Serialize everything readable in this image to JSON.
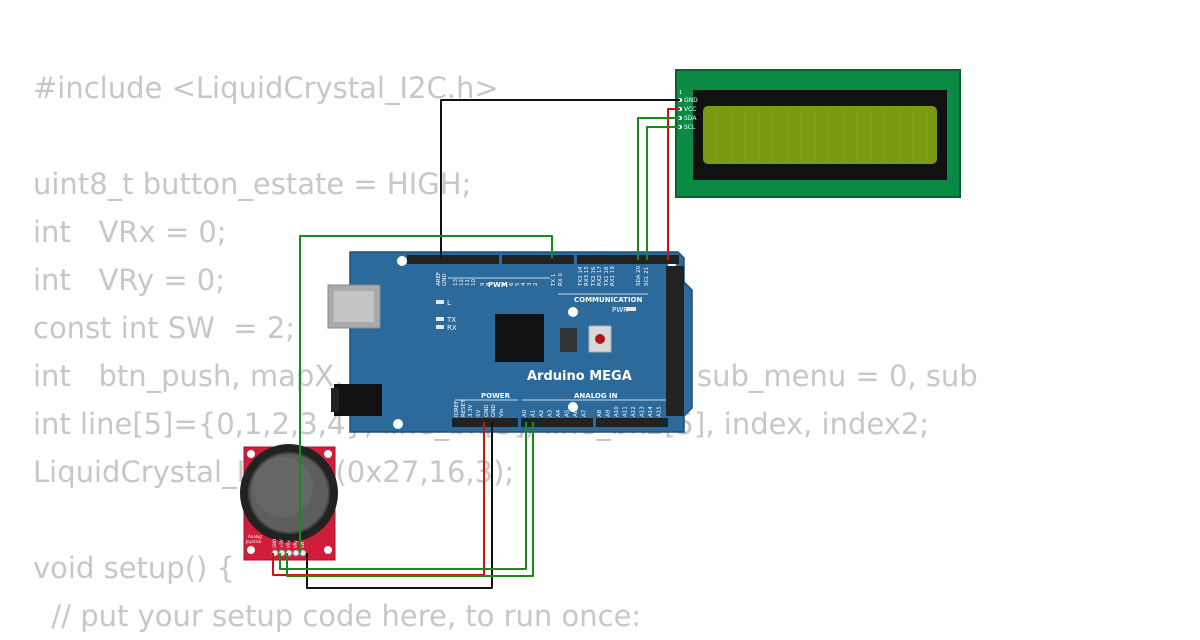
{
  "code": {
    "lines": [
      "#include <LiquidCrystal_I2C.h>",
      "",
      "uint8_t button_estate = HIGH;",
      "int   VRx = 0;",
      "int   VRy = 0;",
      "const int SW  = 2;",
      "int   btn_push, mapX, mapY, intro_menu = 1, sub_menu = 0, sub",
      "int line[5]={0,1,2,3,4}, line_bk[5], line_bk2[5], index, index2;",
      "LiquidCrystal_I2C lcd(0x27,16,3);",
      "",
      "void setup() {",
      "  // put your setup code here, to run once:"
    ]
  },
  "board": {
    "name": "Arduino MEGA",
    "pwm_label": "PWM",
    "communication_label": "COMMUNICATION",
    "power_label": "POWER",
    "analog_in_label": "ANALOG IN",
    "led_l": "L",
    "led_tx": "TX",
    "led_rx": "RX",
    "pwr_label": "PWR",
    "top_pins": [
      "AREF",
      "GND",
      "13",
      "12",
      "11",
      "10",
      "9",
      "8",
      "7",
      "6",
      "5",
      "4",
      "3",
      "2",
      "TX 1",
      "RX 0",
      "TX3 14",
      "RX3 15",
      "TX2 16",
      "RX2 17",
      "TX1 18",
      "RX1 19",
      "SDA 20",
      "SCL 21"
    ],
    "power_pins": [
      "IOREF",
      "RESET",
      "3.3V",
      "5V",
      "GND",
      "GND",
      "Vin"
    ],
    "analog_pins": [
      "A0",
      "A1",
      "A2",
      "A3",
      "A4",
      "A5",
      "A6",
      "A7",
      "A8",
      "A9",
      "A10",
      "A11",
      "A12",
      "A13",
      "A14",
      "A15"
    ],
    "color": "#2b6a9b"
  },
  "lcd": {
    "pins": [
      "GND",
      "VCC",
      "SDA",
      "SCL"
    ],
    "pcb_color": "#0a8a44",
    "screen_color": "#7a9a14"
  },
  "joystick": {
    "label_line1": "Analog",
    "label_line2": "Joystick",
    "pins": [
      "GND",
      "+5V",
      "VRx",
      "VRy",
      "SW"
    ],
    "pcb_color": "#d01e3a"
  },
  "wires": {
    "gnd_color": "#111111",
    "vcc_color": "#cc1111",
    "signal_color": "#1a8a1a"
  }
}
